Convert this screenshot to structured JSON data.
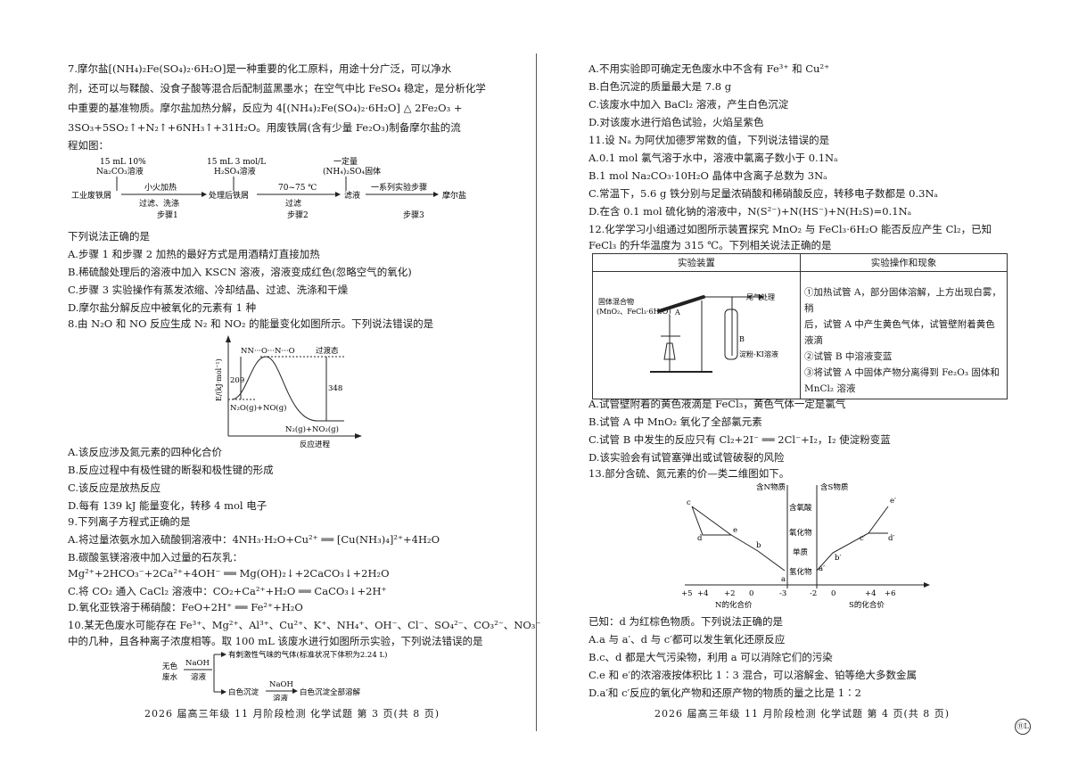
{
  "left": {
    "q7": {
      "lines": [
        "7.摩尔盐[(NH₄)₂Fe(SO₄)₂·6H₂O]是一种重要的化工原料，用途十分广泛，可以净水",
        "剂，还可以与鞣酸、没食子酸等混合后配制蓝黑墨水；在空气中比 FeSO₄ 稳定，是分析化学",
        "中重要的基准物质。摩尔盐加热分解，反应为 4[(NH₄)₂Fe(SO₄)₂·6H₂O] △ 2Fe₂O₃ +",
        "3SO₃+5SO₂↑+N₂↑+6NH₃↑+31H₂O。用废铁屑(含有少量 Fe₂O₃)制备摩尔盐的流",
        "程如图："
      ],
      "flow": {
        "reagent1": [
          "15 mL 10%",
          "Na₂CO₃溶液"
        ],
        "reagent2": [
          "15 mL 3 mol/L",
          "H₂SO₄溶液"
        ],
        "reagent3": [
          "一定量",
          "(NH₄)₂SO₄固体"
        ],
        "start": "工业废铁屑",
        "arrow1_top": "小火加热",
        "arrow1_bot": "过滤、洗涤",
        "mid1": "处理后铁屑",
        "arrow2_top": "70~75 ℃",
        "arrow2_bot": "过滤",
        "mid2": "滤液",
        "arrow3_top": "一系列实验步骤",
        "end": "摩尔盐",
        "step1": "步骤1",
        "step2": "步骤2",
        "step3": "步骤3"
      },
      "stem": "下列说法正确的是",
      "options": [
        "A.步骤 1 和步骤 2 加热的最好方式是用酒精灯直接加热",
        "B.稀硫酸处理后的溶液中加入 KSCN 溶液，溶液变成红色(忽略空气的氧化)",
        "C.步骤 3 实验操作有蒸发浓缩、冷却结晶、过滤、洗涤和干燥",
        "D.摩尔盐分解反应中被氧化的元素有 1 种"
      ]
    },
    "q8": {
      "stem": "8.由 N₂O 和 NO 反应生成 N₂ 和 NO₂ 的能量变化如图所示。下列说法错误的是",
      "chart": {
        "ylabel": "E/(kJ·mol⁻¹)",
        "xlabel": "反应进程",
        "ts_label": "NN···O···N···O",
        "ts_name": "过渡态",
        "reactant": "N₂O(g)+NO(g)",
        "product": "N₂(g)+NO₂(g)",
        "ea": "209",
        "ea_rev": "348"
      },
      "options": [
        "A.该反应涉及氮元素的四种化合价",
        "B.反应过程中有极性键的断裂和极性键的形成",
        "C.该反应是放热反应",
        "D.每有 139 kJ 能量变化，转移 4 mol 电子"
      ]
    },
    "q9": {
      "stem": "9.下列离子方程式正确的是",
      "lines": [
        "A.将过量浓氨水加入硫酸铜溶液中：4NH₃·H₂O+Cu²⁺ ══ [Cu(NH₃)₄]²⁺+4H₂O",
        "B.碳酸氢镁溶液中加入过量的石灰乳：",
        "  Mg²⁺+2HCO₃⁻+2Ca²⁺+4OH⁻ ══ Mg(OH)₂↓+2CaCO₃↓+2H₂O",
        "C.将 CO₂ 通入 CaCl₂ 溶液中：CO₂+Ca²⁺+H₂O ══ CaCO₃↓+2H⁺",
        "D.氧化亚铁溶于稀硝酸：FeO+2H⁺ ══ Fe²⁺+H₂O"
      ]
    },
    "q10": {
      "lines": [
        "10.某无色废水可能存在 Fe³⁺、Mg²⁺、Al³⁺、Cu²⁺、K⁺、NH₄⁺、OH⁻、Cl⁻、SO₄²⁻、CO₃²⁻、NO₃⁻",
        "   中的几种，且各种离子浓度相等。取 100 mL 该废水进行如图所示实验，下列说法错误的是"
      ],
      "diagram": {
        "src1": "无色",
        "src2": "废水",
        "reag1": "NaOH",
        "reag1b": "溶液",
        "gas": "有刺激性气味的气体(标准状况下体积为2.24 L)",
        "ppt": "白色沉淀",
        "reag2": "NaOH",
        "reag2b": "溶液",
        "ppt_result": "白色沉淀全部溶解"
      }
    },
    "footer": "2026 届高三年级 11 月阶段检测  化学试题  第 3 页(共 8 页)"
  },
  "right": {
    "q10_options": [
      "A.不用实验即可确定无色废水中不含有 Fe³⁺ 和 Cu²⁺",
      "B.白色沉淀的质量最大是 7.8 g",
      "C.该废水中加入 BaCl₂ 溶液，产生白色沉淀",
      "D.对该废水进行焰色试验，火焰呈紫色"
    ],
    "q11": {
      "stem": "11.设 Nₐ 为阿伏加德罗常数的值，下列说法错误的是",
      "options": [
        "A.0.1 mol 氯气溶于水中，溶液中氯离子数小于 0.1Nₐ",
        "B.1 mol Na₂CO₃·10H₂O 晶体中含离子总数为 3Nₐ",
        "C.常温下，5.6 g 铁分别与足量浓硝酸和稀硝酸反应，转移电子数都是 0.3Nₐ",
        "D.在含 0.1 mol 硫化钠的溶液中，N(S²⁻)+N(HS⁻)+N(H₂S)=0.1Nₐ"
      ]
    },
    "q12": {
      "lines": [
        "12.化学学习小组通过如图所示装置探究 MnO₂ 与 FeCl₃·6H₂O 能否反应产生 Cl₂，已知",
        "   FeCl₃ 的升华温度为 315 ℃。下列相关说法正确的是"
      ],
      "table_head": [
        "实验装置",
        "实验操作和现象"
      ],
      "apparatus": {
        "solid": "固体混合物",
        "solid2": "(MnO₂、FeCl₃·6H₂O)",
        "a": "A",
        "b": "B",
        "tail": "尾气处理",
        "solution": "淀粉-KI溶液"
      },
      "observations": [
        "①加热试管 A，部分固体溶解，上方出现白雾，稍",
        "后，试管 A 中产生黄色气体，试管壁附着黄色液滴",
        "②试管 B 中溶液变蓝",
        "③将试管 A 中固体产物分离得到 Fe₂O₃ 固体和",
        "MnCl₂ 溶液"
      ],
      "options": [
        "A.试管壁附着的黄色液滴是 FeCl₃，黄色气体一定是氯气",
        "B.试管 A 中 MnO₂ 氧化了全部氯元素",
        "C.试管 B 中发生的反应只有 Cl₂+2I⁻ ══ 2Cl⁻+I₂，I₂ 使淀粉变蓝",
        "D.该实验会有试管塞弹出或试管破裂的风险"
      ]
    },
    "q13": {
      "stem": "13.部分含硫、氮元素的价—类二维图如下。",
      "chart": {
        "n_title": "含N物质",
        "s_title": "含S物质",
        "classes": [
          "含氧酸",
          "氧化物",
          "单质",
          "氢化物"
        ],
        "n_ticks": [
          "+5",
          "+4",
          "+2",
          "0",
          "-3"
        ],
        "s_ticks": [
          "-2",
          "0",
          "+4",
          "+6"
        ],
        "n_axis": "N的化合价",
        "s_axis": "S的化合价",
        "points": [
          "c",
          "d",
          "e",
          "b",
          "a",
          "a′",
          "b′",
          "c′",
          "d′",
          "e′"
        ]
      },
      "note": "已知：d 为红棕色物质。下列说法正确的是",
      "options": [
        "A.a 与 a′、d 与 c′都可以发生氧化还原反应",
        "B.c、d 都是大气污染物，利用 a 可以消除它们的污染",
        "C.e 和 e′的浓溶液按体积比 1∶3 混合，可以溶解金、铂等绝大多数金属",
        "D.a′和 c′反应的氧化产物和还原产物的物质的量之比是 1∶2"
      ]
    },
    "footer": "2026 届高三年级 11 月阶段检测  化学试题  第 4 页(共 8 页)",
    "corner_mark": "⑪L"
  }
}
